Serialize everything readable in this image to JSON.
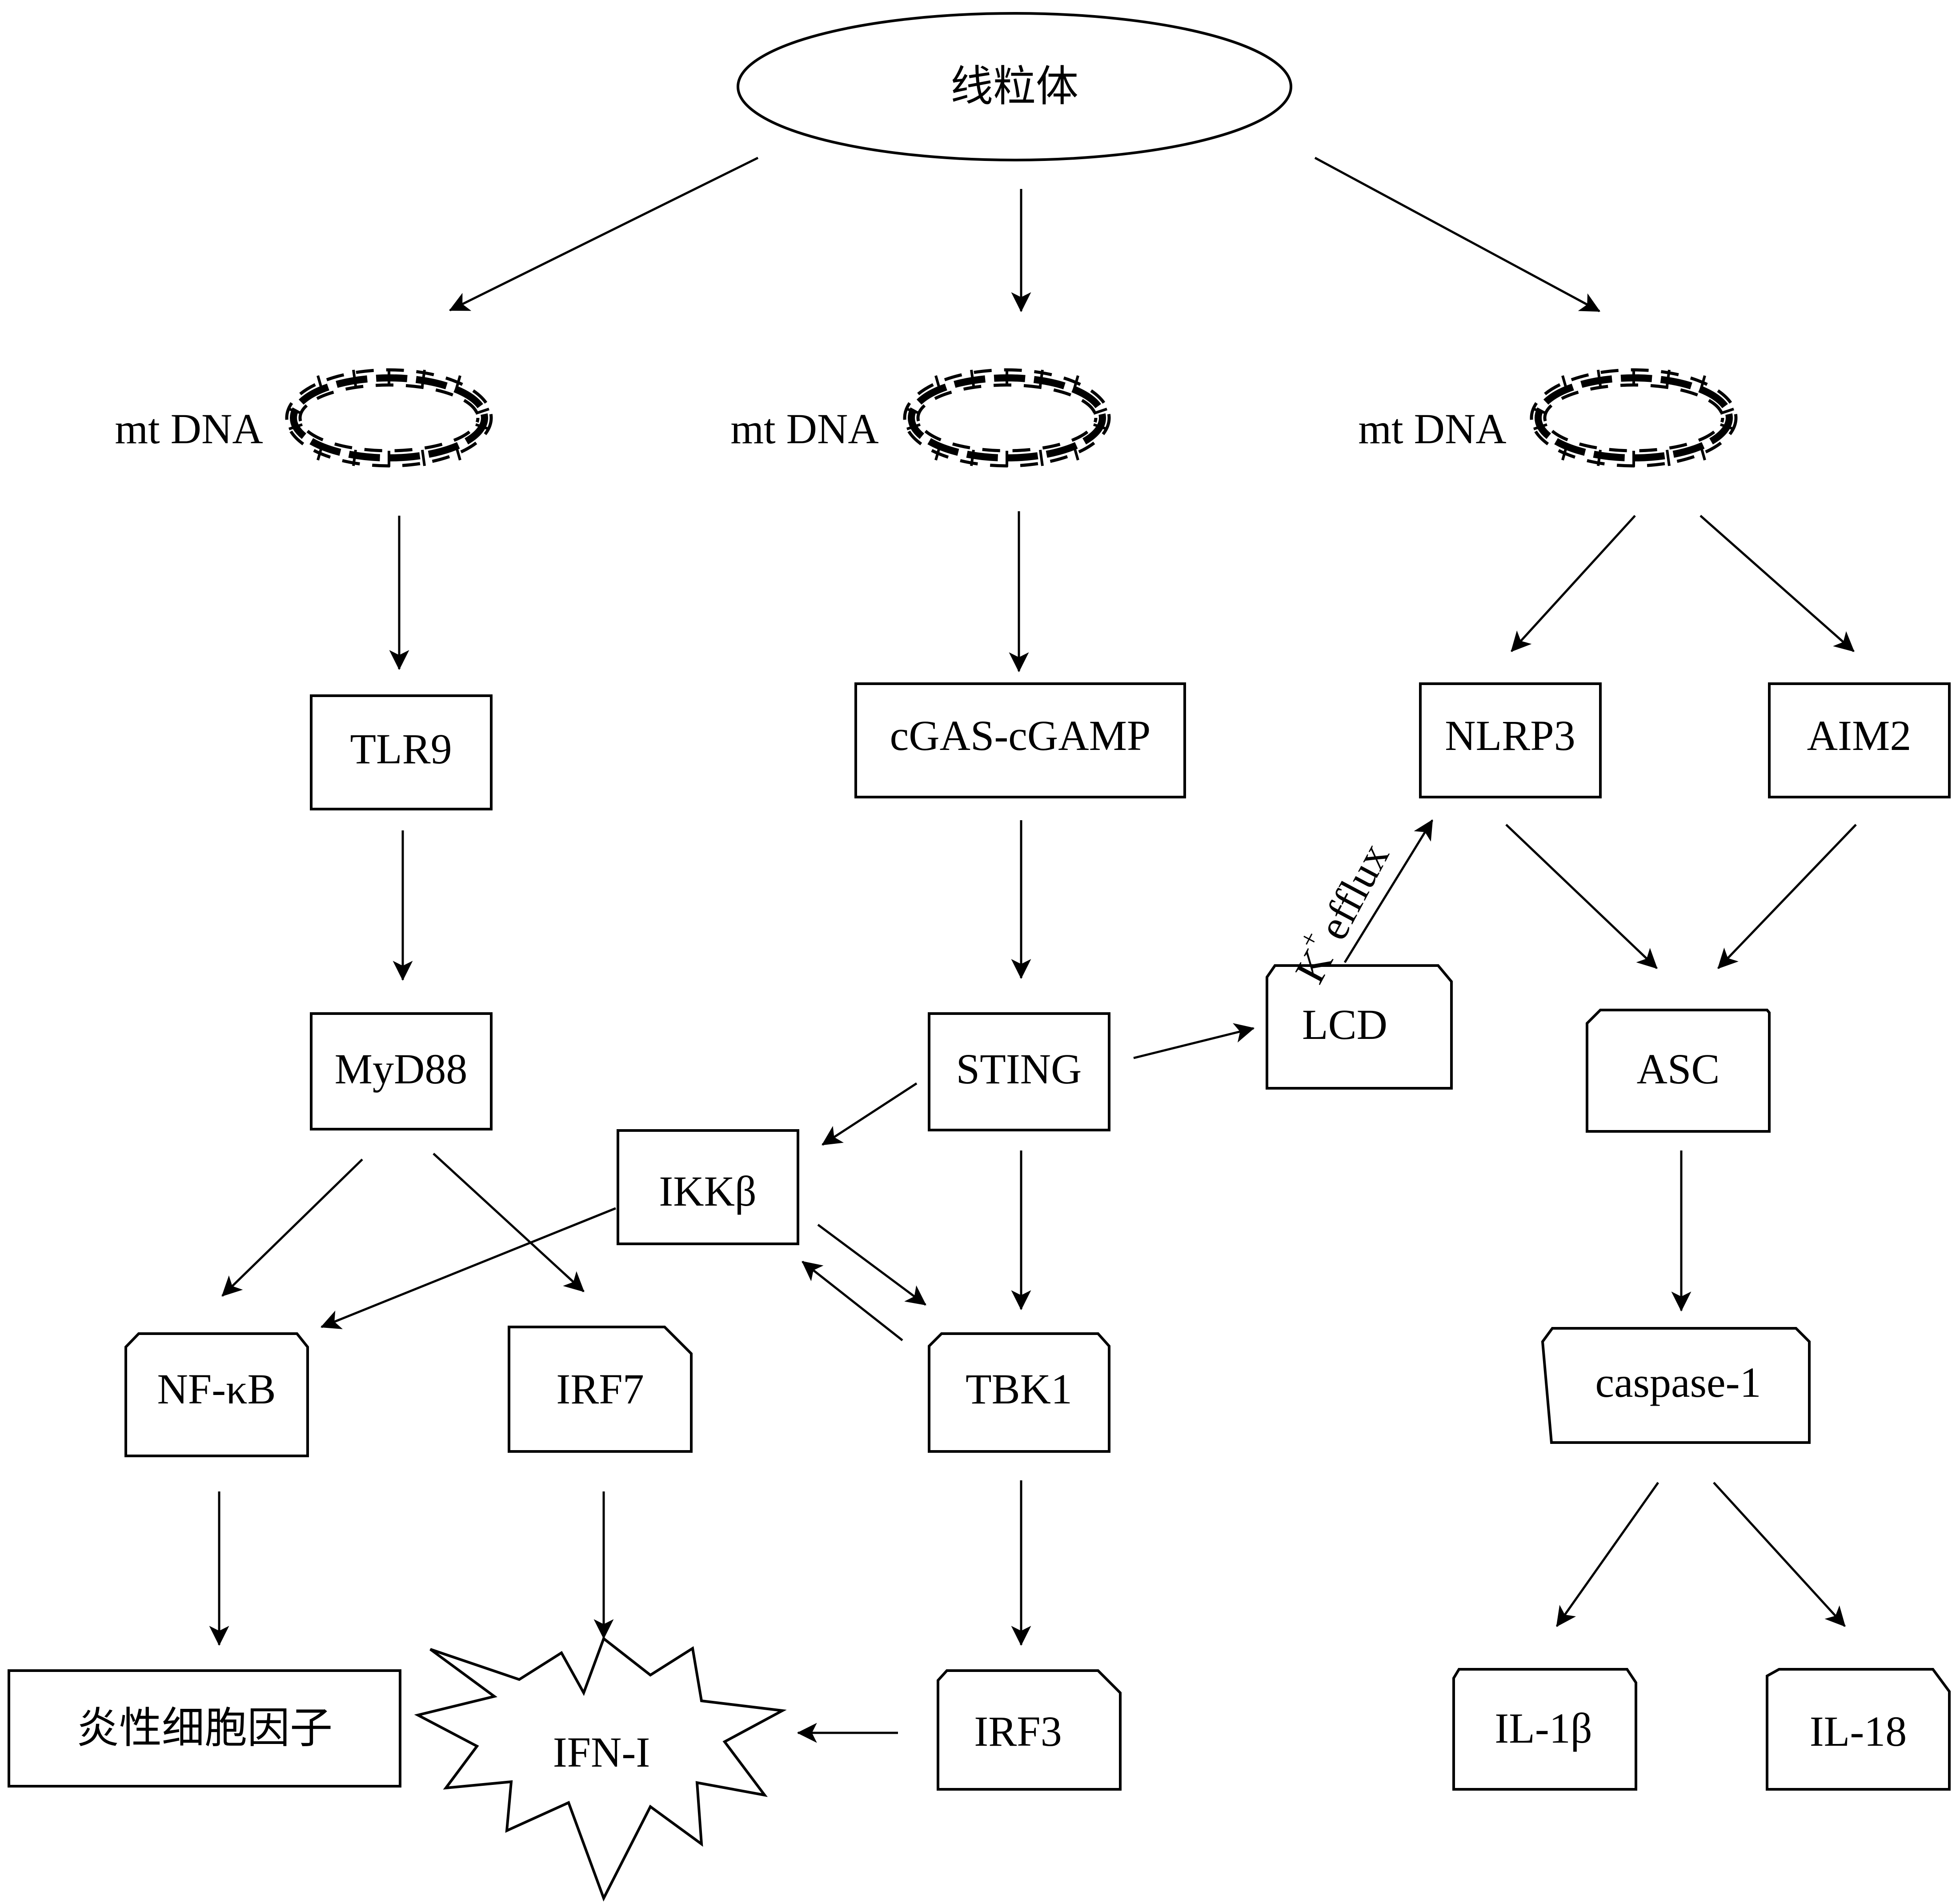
{
  "nodes": {
    "mitochondria": "线粒体",
    "mtdna_left": "mt DNA",
    "mtdna_middle": "mt DNA",
    "mtdna_right": "mt DNA",
    "tlr9": "TLR9",
    "myd88": "MyD88",
    "nfkb": "NF-κB",
    "irf7": "IRF7",
    "cytokines": "炎性细胞因子",
    "ifn": "IFN-I",
    "cgas": "cGAS-cGAMP",
    "sting": "STING",
    "ikkb": "IKKβ",
    "tbk1": "TBK1",
    "irf3": "IRF3",
    "lcd": "LCD",
    "nlrp3": "NLRP3",
    "aim2": "AIM2",
    "asc": "ASC",
    "caspase1": "caspase-1",
    "il1b": "IL-1β",
    "il18": "IL-18"
  },
  "edge_labels": {
    "k_efflux_k": "K",
    "k_efflux_sup": "+",
    "k_efflux_text": "efflux"
  },
  "icons": [
    "dna-helix-icon",
    "dna-helix-icon",
    "dna-helix-icon"
  ],
  "colors": {
    "stroke": "#000000",
    "background": "#ffffff"
  }
}
